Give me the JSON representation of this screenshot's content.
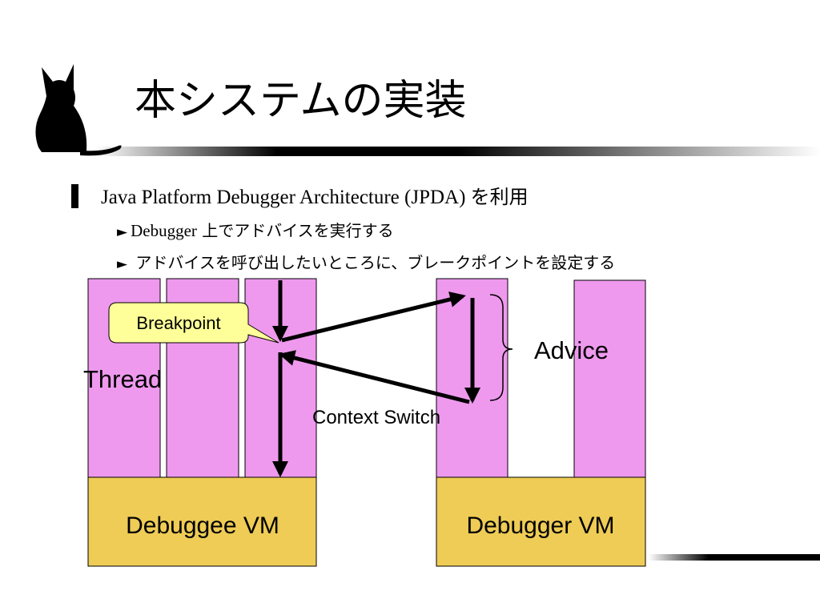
{
  "slide": {
    "title": "本システムの実装",
    "bullet": {
      "text_en": "Java Platform Debugger Architecture (JPDA) ",
      "text_jp": "を利用"
    },
    "sub_bullets": [
      {
        "arrow": "►",
        "text_en": "Debugger",
        "text_jp": " 上でアドバイスを実行する"
      },
      {
        "arrow": "►",
        "text_jp": " アドバイスを呼び出したいところに、ブレークポイントを設定する"
      }
    ]
  },
  "diagram": {
    "labels": {
      "breakpoint": "Breakpoint",
      "thread": "Thread",
      "advice": "Advice",
      "context_switch": "Context Switch",
      "debuggee_vm": "Debuggee VM",
      "debugger_vm": "Debugger VM"
    },
    "colors": {
      "thread_fill": "#ee99ee",
      "vm_fill": "#eecc55",
      "callout_fill": "#ffff99",
      "stroke": "#000000"
    }
  },
  "icons": {
    "logo": "cat-silhouette-icon"
  }
}
